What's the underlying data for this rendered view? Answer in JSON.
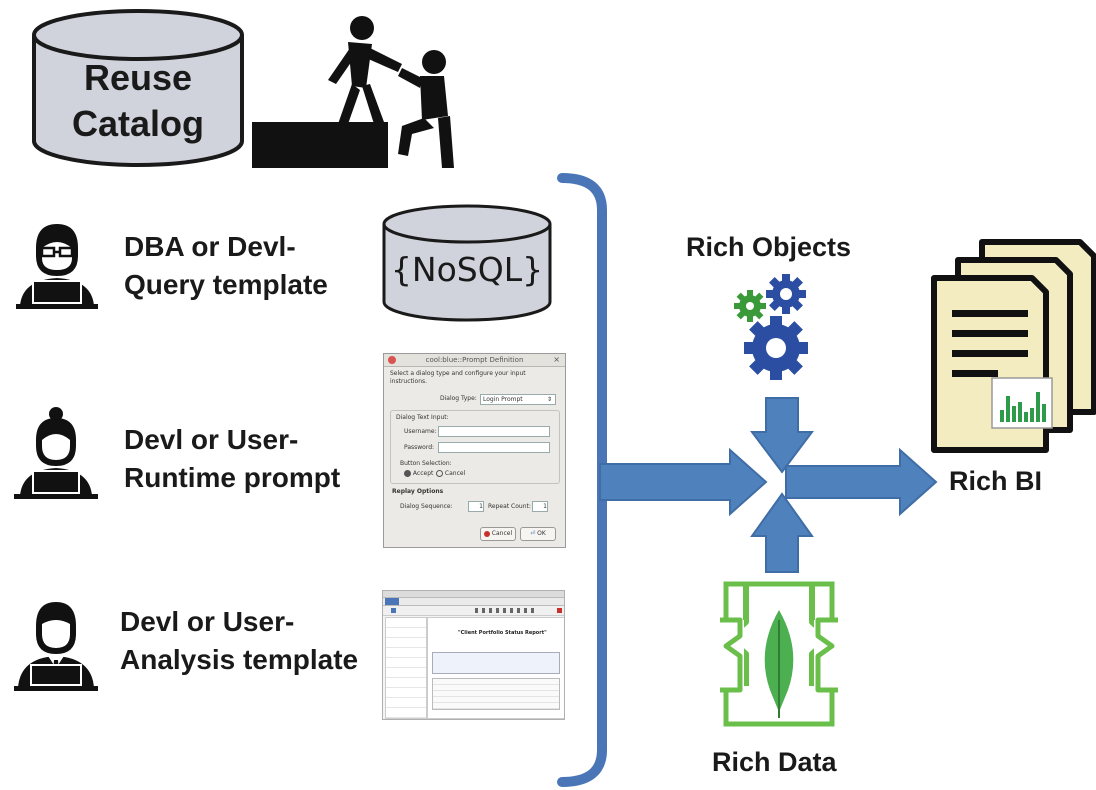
{
  "reuse_catalog": {
    "line1": "Reuse",
    "line2": "Catalog"
  },
  "roles": [
    {
      "line1": "DBA or Devl-",
      "line2": "Query template"
    },
    {
      "line1": "Devl or User-",
      "line2": "Runtime prompt"
    },
    {
      "line1": "Devl or User-",
      "line2": "Analysis template"
    }
  ],
  "nosql": {
    "label": "{NoSQL}"
  },
  "dialog": {
    "title": "cool:blue::Prompt Definition",
    "instruction": "Select a dialog type and configure your input instructions.",
    "type_label": "Dialog Type:",
    "type_value": "Login Prompt",
    "text_input_header": "Dialog Text Input:",
    "username_label": "Username:",
    "password_label": "Password:",
    "button_selection_label": "Button Selection:",
    "accept_label": "Accept",
    "cancel_radio_label": "Cancel",
    "replay_header": "Replay Options",
    "sequence_label": "Dialog Sequence:",
    "sequence_value": "1",
    "repeat_label": "Repeat Count:",
    "repeat_value": "1",
    "cancel_button": "Cancel",
    "ok_button": "OK"
  },
  "analysis": {
    "report_title": "\"Client Portfolio Status Report\""
  },
  "rich_objects": "Rich Objects",
  "rich_data": "Rich Data",
  "rich_bi": "Rich BI",
  "colors": {
    "bracket": "#4a76b8",
    "arrow_fill": "#4f81bd",
    "arrow_stroke": "#3f6ea6",
    "gear_green": "#3a9a3a",
    "gear_blue": "#2b4ea2",
    "cylinder_fill": "#d0d3dc",
    "leaf_green": "#4caf50",
    "document_fill": "#f3ecc1"
  }
}
